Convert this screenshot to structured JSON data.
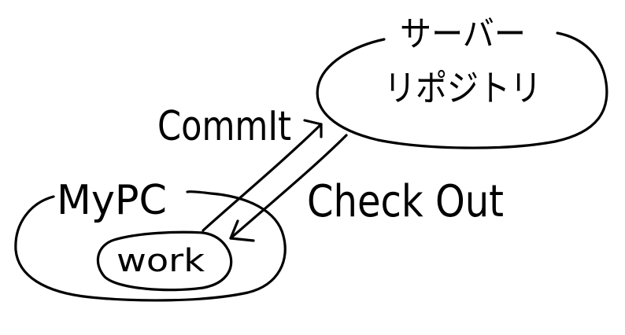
{
  "diagram": {
    "nodes": {
      "server_title": "サーバー",
      "server_repo": "リポジトリ",
      "mypc": "MyPC",
      "work": "work"
    },
    "edges": {
      "commit": "CommIt",
      "checkout": "Check Out"
    },
    "colors": {
      "ink": "#000000",
      "paper": "#ffffff"
    }
  }
}
